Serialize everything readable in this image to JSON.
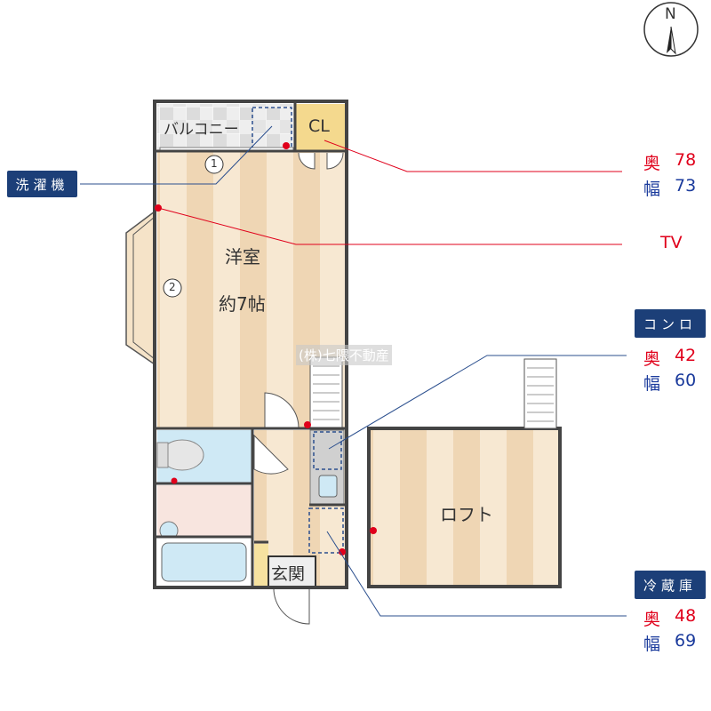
{
  "compass": {
    "label": "N"
  },
  "rooms": {
    "balcony": "バルコニー",
    "closet": "CL",
    "western_room": "洋室",
    "western_room_size": "約7帖",
    "entrance": "玄関",
    "loft": "ロフト"
  },
  "markers": {
    "one": "1",
    "two": "2"
  },
  "watermark": "(株)七隈不動産",
  "callouts": {
    "washing_machine": {
      "title": "洗濯機",
      "depth_label": "奥",
      "depth": "78",
      "width_label": "幅",
      "width": "73"
    },
    "tv": {
      "title": "TV"
    },
    "stove": {
      "title": "コンロ",
      "depth_label": "奥",
      "depth": "42",
      "width_label": "幅",
      "width": "60"
    },
    "fridge": {
      "title": "冷蔵庫",
      "depth_label": "奥",
      "depth": "48",
      "width_label": "幅",
      "width": "69"
    }
  },
  "colors": {
    "badge": "#1c3f78",
    "depth": "#e0001b",
    "width": "#1a3a9c",
    "floor": "#f5e3c8",
    "floor_stripe": "#eed3b0"
  }
}
